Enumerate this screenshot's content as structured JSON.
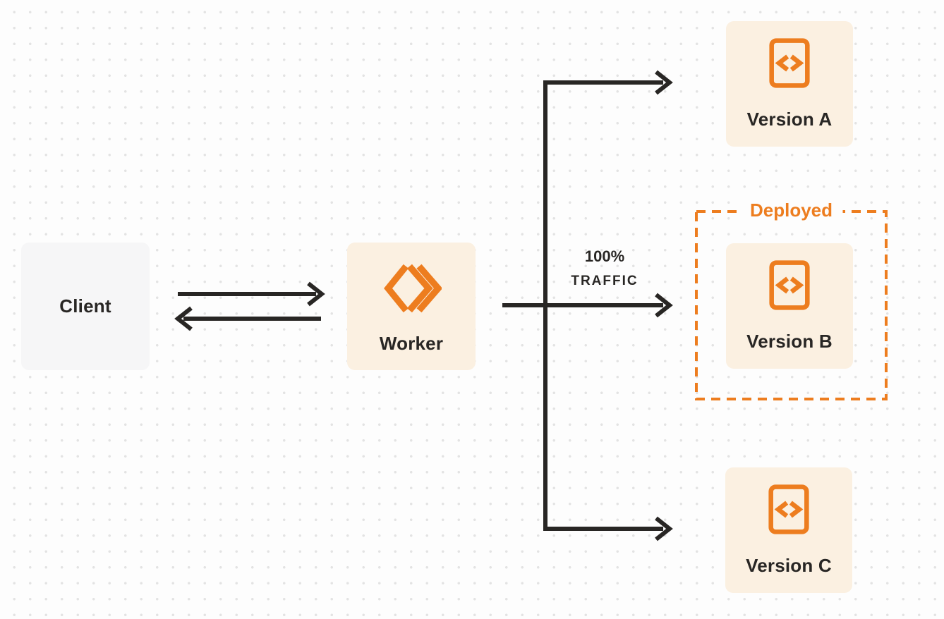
{
  "diagram": {
    "nodes": {
      "client": {
        "label": "Client"
      },
      "worker": {
        "label": "Worker",
        "icon": "worker-double-chevron-icon"
      },
      "version_a": {
        "label": "Version A",
        "icon": "code-file-icon"
      },
      "version_b": {
        "label": "Version B",
        "icon": "code-file-icon"
      },
      "version_c": {
        "label": "Version C",
        "icon": "code-file-icon"
      }
    },
    "annotations": {
      "deployed": {
        "label": "Deployed"
      },
      "traffic": {
        "line1": "100%",
        "line2": "TRAFFIC"
      }
    }
  },
  "colors": {
    "accent_orange": "#ED7D1F",
    "cream_box": "#FBF0E1",
    "gray_box": "#F6F6F7",
    "ink": "#282624",
    "background": "#FDFDFD",
    "dot_grid": "#E3E3E3"
  }
}
